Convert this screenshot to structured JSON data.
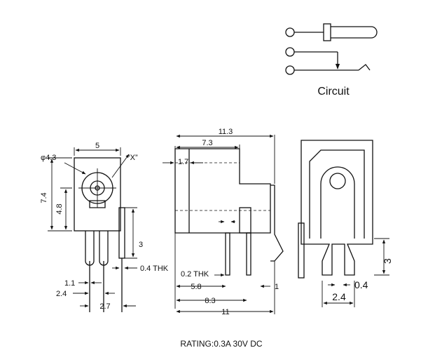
{
  "circuit": {
    "caption": "Circuit"
  },
  "front_view": {
    "hole_diameter": "φ4.3",
    "width": "5",
    "marker": "“X”",
    "height_total": "7.4",
    "height_center": "4.8",
    "pin_pitch_a": "1.1",
    "pin_pitch_b": "2.4",
    "pin_pitch_c": "2.7",
    "pin_length": "3",
    "pin_thickness": "0.4 THK"
  },
  "side_view": {
    "length_top": "11.3",
    "length_a": "7.3",
    "offset": "1.7",
    "pin_thickness": "0.2 THK",
    "pin_pos_a": "5.8",
    "pin_pos_b": "8.3",
    "length_bottom": "11",
    "tab": "1"
  },
  "rear_view": {
    "pin_length": "3",
    "pin_thickness": "0.4",
    "pin_width": "2.4"
  },
  "rating": "RATING:0.3A 30V DC"
}
